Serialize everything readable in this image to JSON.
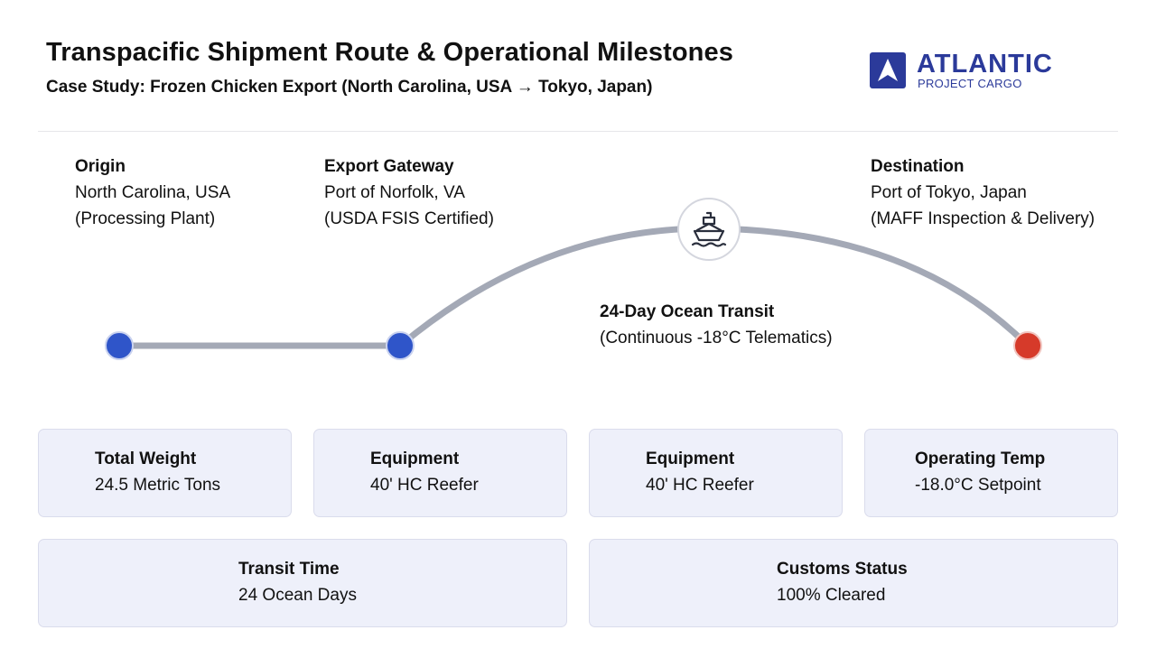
{
  "header": {
    "title": "Transpacific Shipment Route & Operational Milestones",
    "subtitle": "Case Study: Frozen Chicken Export (North Carolina, USA → Tokyo, Japan)"
  },
  "logo": {
    "name": "ATLANTIC",
    "tagline": "PROJECT CARGO",
    "icon": "arrow-up-triangle-icon",
    "color": "#2b3a9a"
  },
  "route": {
    "origin": {
      "heading": "Origin",
      "line1": "North Carolina, USA",
      "line2": "(Processing Plant)"
    },
    "gateway": {
      "heading": "Export Gateway",
      "line1": "Port of Norfolk, VA",
      "line2": "(USDA FSIS Certified)"
    },
    "destination": {
      "heading": "Destination",
      "line1": "Port of Tokyo, Japan",
      "line2": "(MAFF Inspection & Delivery)"
    },
    "transit": {
      "heading": "24-Day Ocean Transit",
      "detail": "(Continuous -18°C Telematics)"
    },
    "vessel_icon": "ship-icon",
    "colors": {
      "land_node": "#2f55c9",
      "dest_node": "#d63a2a",
      "path": "#a4a9b6"
    }
  },
  "metrics": [
    {
      "label": "Total Weight",
      "value": "24.5 Metric Tons"
    },
    {
      "label": "Equipment",
      "value": "40' HC Reefer"
    },
    {
      "label": "Equipment",
      "value": "40' HC Reefer"
    },
    {
      "label": "Operating Temp",
      "value": "-18.0°C Setpoint"
    },
    {
      "label": "Transit Time",
      "value": "24 Ocean Days"
    },
    {
      "label": "Customs Status",
      "value": "100% Cleared"
    }
  ]
}
